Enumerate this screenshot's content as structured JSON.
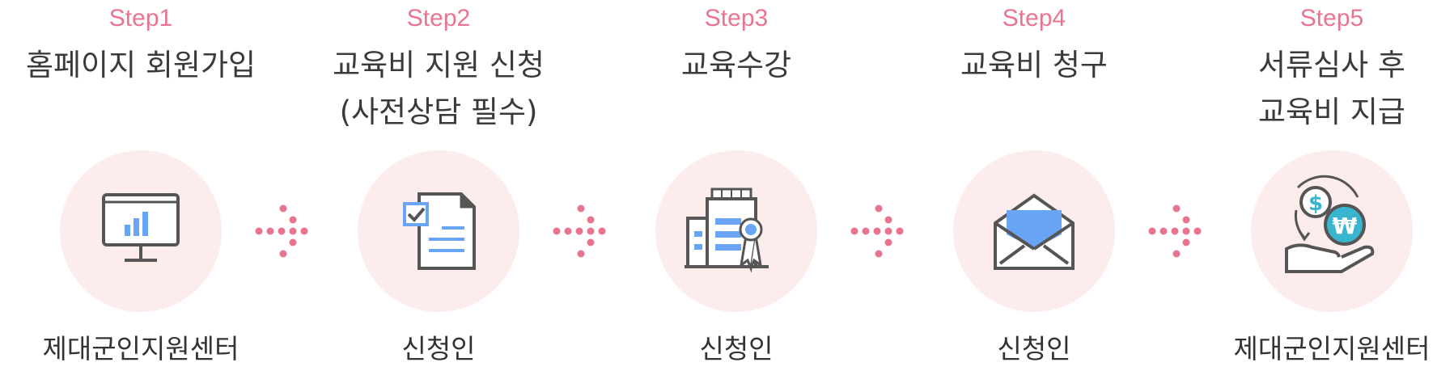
{
  "steps": [
    {
      "label": "Step1",
      "title": "홈페이지 회원가입",
      "icon": "monitor-chart-icon",
      "actor": "제대군인지원센터"
    },
    {
      "label": "Step2",
      "title": "교육비 지원 신청\n(사전상담 필수)",
      "icon": "document-checklist-icon",
      "actor": "신청인"
    },
    {
      "label": "Step3",
      "title": "교육수강",
      "icon": "school-building-icon",
      "actor": "신청인"
    },
    {
      "label": "Step4",
      "title": "교육비 청구",
      "icon": "open-envelope-icon",
      "actor": "신청인"
    },
    {
      "label": "Step5",
      "title": "서류심사 후\n교육비 지급",
      "icon": "hand-coins-icon",
      "actor": "제대군인지원센터"
    }
  ],
  "colors": {
    "accent": "#e8748e",
    "circle": "#fcecec",
    "blue": "#6aa5f5",
    "line": "#555555",
    "teal": "#38b6cf"
  }
}
